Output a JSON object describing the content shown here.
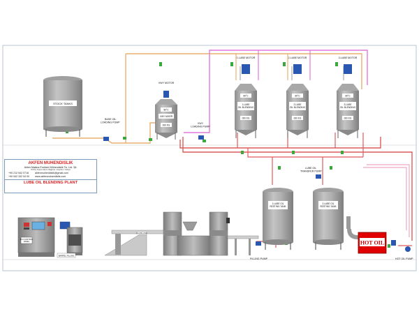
{
  "tanks": {
    "stock": "STOCK TANKS",
    "vwy_tank_lines": [
      "VWY MIXER"
    ],
    "blend_temp": "80°C",
    "blend_label_1": "1.LUBE OIL BLENDING",
    "blend_label_2": "2.LUBE OIL BLENDING",
    "blend_label_3": "3.LUBE OIL BLENDING",
    "blend_capacity": "000 KG",
    "resting_1": "1.LUBE OIL RESTING TANK",
    "resting_2": "2.LUBE OIL RESTING TANK",
    "hot_oil": "HOT OIL"
  },
  "motors": {
    "vwy_motor": "VWY MOTOR",
    "lube_motor_1": "1.LUBE MOTOR",
    "lube_motor_2": "2.LUBE MOTOR",
    "lube_motor_3": "3.LUBE MOTOR"
  },
  "pumps": {
    "base_oil": "BASE OIL LOADING PUMP",
    "vwy_loading": "VWY LOADING PUMP",
    "lube_transfer": "LUBE OIL TRANSFER PUMP",
    "filling": "FILLING PUMP",
    "hot_oil_pump": "HOT OIL PUMP"
  },
  "machines": {
    "control_panel": "PLC CONTROL PANEL",
    "barrel_filling": "BARREL FILLING",
    "conveyor": "FILLING LINE"
  },
  "company": {
    "name": "AKFEN MUHENDISLIK",
    "subtitle": "Akfen Makina Endüstri Mühendislik Tic. Ltd. Şti.",
    "address": "İSTOÇ Ticaret Sitesi / Bağcılar / İstanbul / Türkiye",
    "phone1": "+90 212 542 0716",
    "phone2": "+90 542 332 04 00",
    "email": "akfenmuhendislik@gmail.com",
    "web": "www.akfenmuhendislik.com",
    "plant_title": "LUBE OIL BLENDING PLANT"
  },
  "colors": {
    "tank": "#b3b3b3",
    "tank_dark": "#8d8d8d",
    "pipe_orange": "#e8b070",
    "pipe_red": "#e05a5a",
    "pipe_pink": "#e07ad8",
    "pipe_green": "#3aa83a",
    "hot_oil": "#e00000"
  }
}
